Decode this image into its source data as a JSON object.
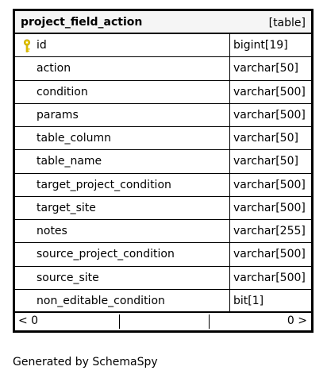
{
  "table": {
    "name": "project_field_action",
    "kind": "[table]",
    "columns": [
      {
        "name": "id",
        "type": "bigint[19]",
        "primary_key": true,
        "icon": "key-icon"
      },
      {
        "name": "action",
        "type": "varchar[50]"
      },
      {
        "name": "condition",
        "type": "varchar[500]"
      },
      {
        "name": "params",
        "type": "varchar[500]"
      },
      {
        "name": "table_column",
        "type": "varchar[50]"
      },
      {
        "name": "table_name",
        "type": "varchar[50]"
      },
      {
        "name": "target_project_condition",
        "type": "varchar[500]"
      },
      {
        "name": "target_site",
        "type": "varchar[500]"
      },
      {
        "name": "notes",
        "type": "varchar[255]"
      },
      {
        "name": "source_project_condition",
        "type": "varchar[500]"
      },
      {
        "name": "source_site",
        "type": "varchar[500]"
      },
      {
        "name": "non_editable_condition",
        "type": "bit[1]"
      }
    ],
    "footer": {
      "left": "< 0",
      "right": "0 >"
    }
  },
  "generated_by": "Generated by SchemaSpy",
  "colors": {
    "header_background": "#f5f5f5",
    "key_icon": "#e8c800",
    "border": "#000000"
  }
}
